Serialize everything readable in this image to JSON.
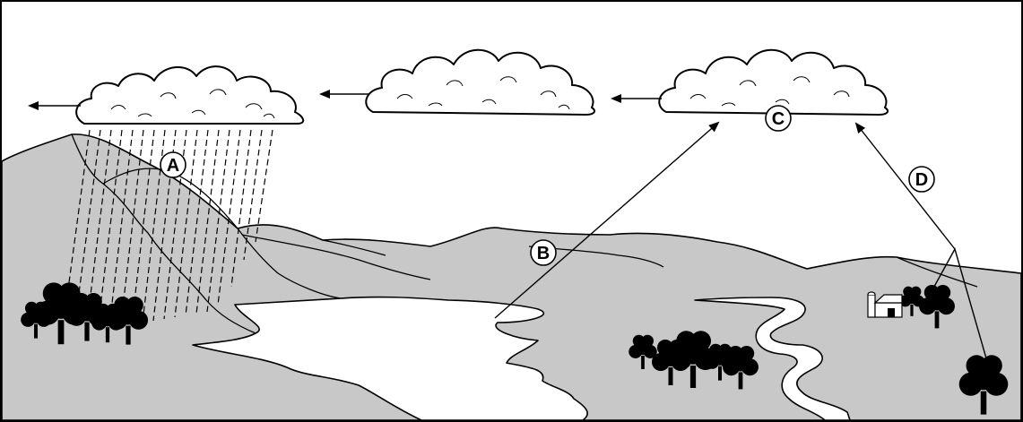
{
  "labels": {
    "a": "A",
    "b": "B",
    "c": "C",
    "d": "D"
  },
  "colors": {
    "land": "#c8c8c8",
    "water": "#ffffff",
    "outline": "#000000"
  },
  "icons": {
    "cloud": "cloud-icon",
    "tree": "tree-icon",
    "farmhouse": "farmhouse-icon"
  }
}
